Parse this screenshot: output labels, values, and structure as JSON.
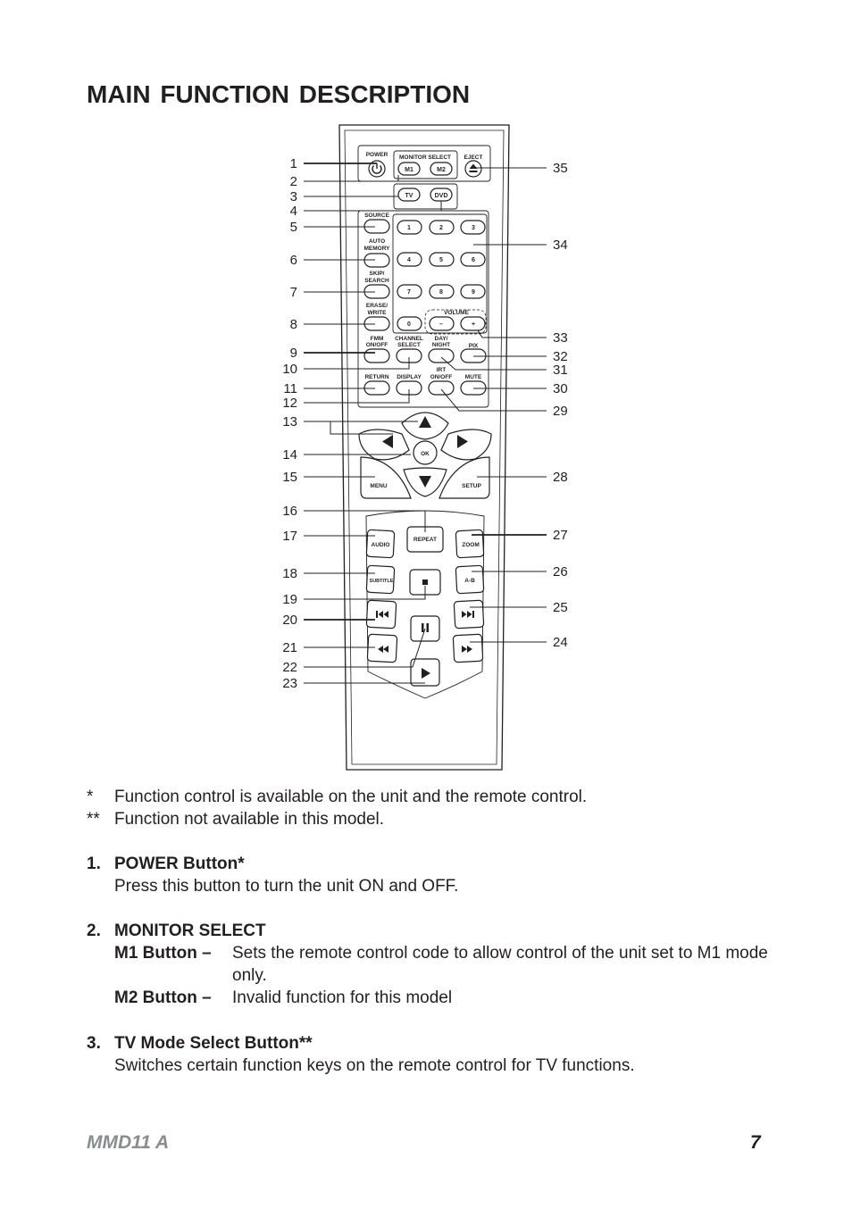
{
  "page": {
    "title": "MAIN FUNCTION DESCRIPTION",
    "footer_model": "MMD11 A",
    "footer_page": "7"
  },
  "remote": {
    "labels": {
      "power": "POWER",
      "monitor_select": "MONITOR SELECT",
      "eject": "EJECT",
      "m1": "M1",
      "m2": "M2",
      "tv": "TV",
      "dvd": "DVD",
      "source": "SOURCE",
      "auto_memory_1": "AUTO",
      "auto_memory_2": "MEMORY",
      "skip_1": "SKIP/",
      "skip_2": "SEARCH",
      "erase_1": "ERASE/",
      "erase_2": "WRITE",
      "volume": "VOLUME",
      "vol_minus": "–",
      "vol_plus": "+",
      "fmm_1": "FMM",
      "fmm_2": "ON/OFF",
      "channel_1": "CHANNEL",
      "channel_2": "SELECT",
      "day_1": "DAY/",
      "day_2": "NIGHT",
      "pix": "PIX",
      "irt_1": "IRT",
      "irt_2": "ON/OFF",
      "return": "RETURN",
      "display": "DISPLAY",
      "mute": "MUTE",
      "ok": "OK",
      "menu": "MENU",
      "setup": "SETUP",
      "repeat": "REPEAT",
      "audio": "AUDIO",
      "zoom": "ZOOM",
      "subtitle": "SUBTITLE",
      "ab": "A-B"
    },
    "digits": [
      "1",
      "2",
      "3",
      "4",
      "5",
      "6",
      "7",
      "8",
      "9",
      "0"
    ],
    "callouts_left": [
      "1",
      "2",
      "3",
      "4",
      "5",
      "6",
      "7",
      "8",
      "9",
      "10",
      "11",
      "12",
      "13",
      "14",
      "15",
      "16",
      "17",
      "18",
      "19",
      "20",
      "21",
      "22",
      "23"
    ],
    "callouts_right": [
      "35",
      "34",
      "33",
      "32",
      "31",
      "30",
      "29",
      "28",
      "27",
      "26",
      "25",
      "24"
    ]
  },
  "notes": [
    {
      "mark": "*",
      "text": "Function control is available on the unit and the remote control."
    },
    {
      "mark": "**",
      "text": "Function not available in this model."
    }
  ],
  "items": [
    {
      "num": "1.",
      "title": "POWER Button*",
      "desc": "Press this button to turn the unit ON and OFF."
    },
    {
      "num": "2.",
      "title": "MONITOR SELECT",
      "sub": [
        {
          "label": "M1 Button  –",
          "text": "Sets the remote control code to allow control of the unit set to M1 mode only."
        },
        {
          "label": "M2 Button  –",
          "text": "Invalid function for this model"
        }
      ]
    },
    {
      "num": "3.",
      "title": "TV Mode Select Button**",
      "desc": "Switches certain function keys on the remote control for TV functions."
    }
  ]
}
